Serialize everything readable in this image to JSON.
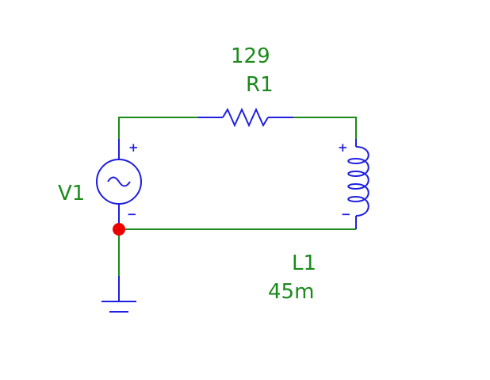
{
  "components": {
    "resistor": {
      "value": "129",
      "name": "R1"
    },
    "voltage_source": {
      "name": "V1",
      "pos_pin": "+",
      "neg_pin": "−"
    },
    "inductor": {
      "name": "L1",
      "value": "45m",
      "pos_pin": "+",
      "neg_pin": "−"
    }
  },
  "colors": {
    "wire": "#1a8a1a",
    "component": "#1f1fe0",
    "label": "#1a8a1a",
    "node": "#ee0000"
  }
}
